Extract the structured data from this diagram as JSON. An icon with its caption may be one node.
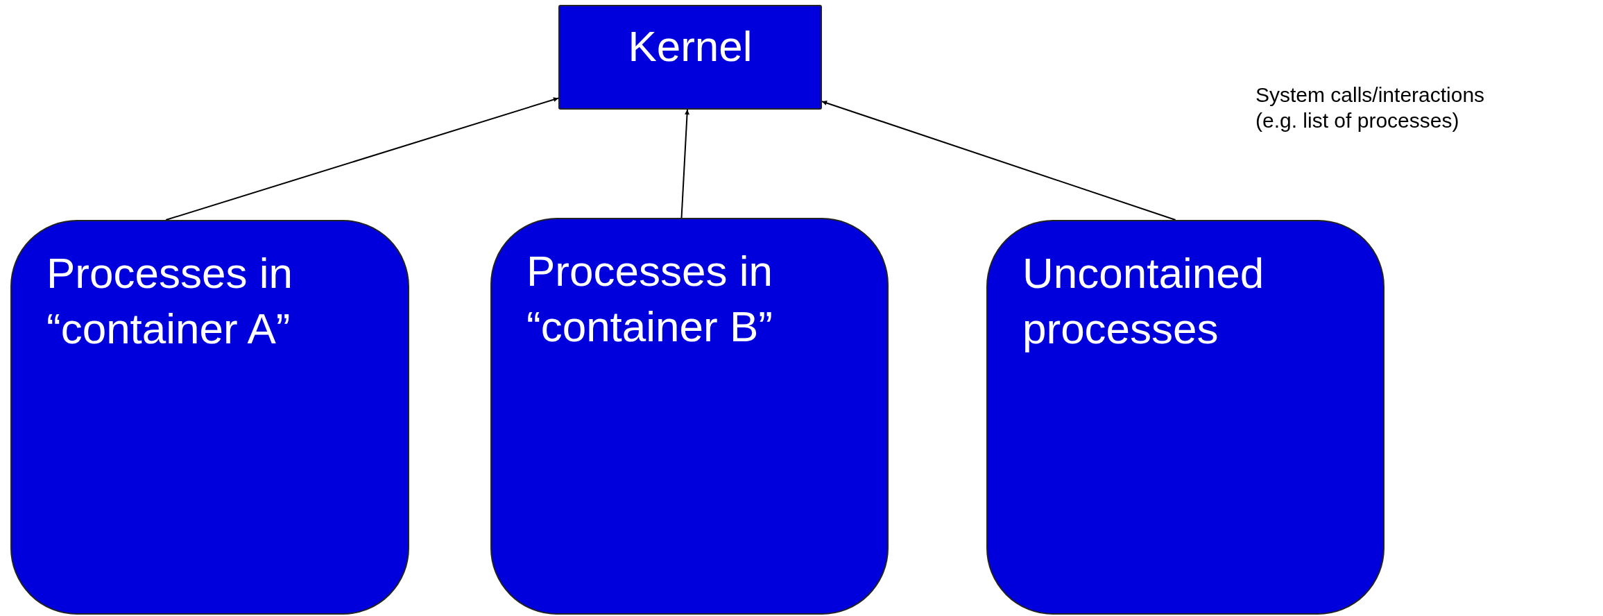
{
  "diagram": {
    "nodes": [
      {
        "text": [
          "Kernel"
        ]
      },
      {
        "text": [
          "Processes in “container A”"
        ]
      },
      {
        "text": [
          "Processes in “container B”"
        ]
      },
      {
        "text": [
          "Uncontained processes"
        ]
      }
    ],
    "edges": [
      {
        "from": 1,
        "to": 0,
        "arrow": "to"
      },
      {
        "from": 2,
        "to": 0,
        "arrow": "to"
      },
      {
        "from": 3,
        "to": 0,
        "arrow": "to"
      }
    ],
    "labels": [
      "System calls/interactions (e.g. list of processes)"
    ]
  }
}
